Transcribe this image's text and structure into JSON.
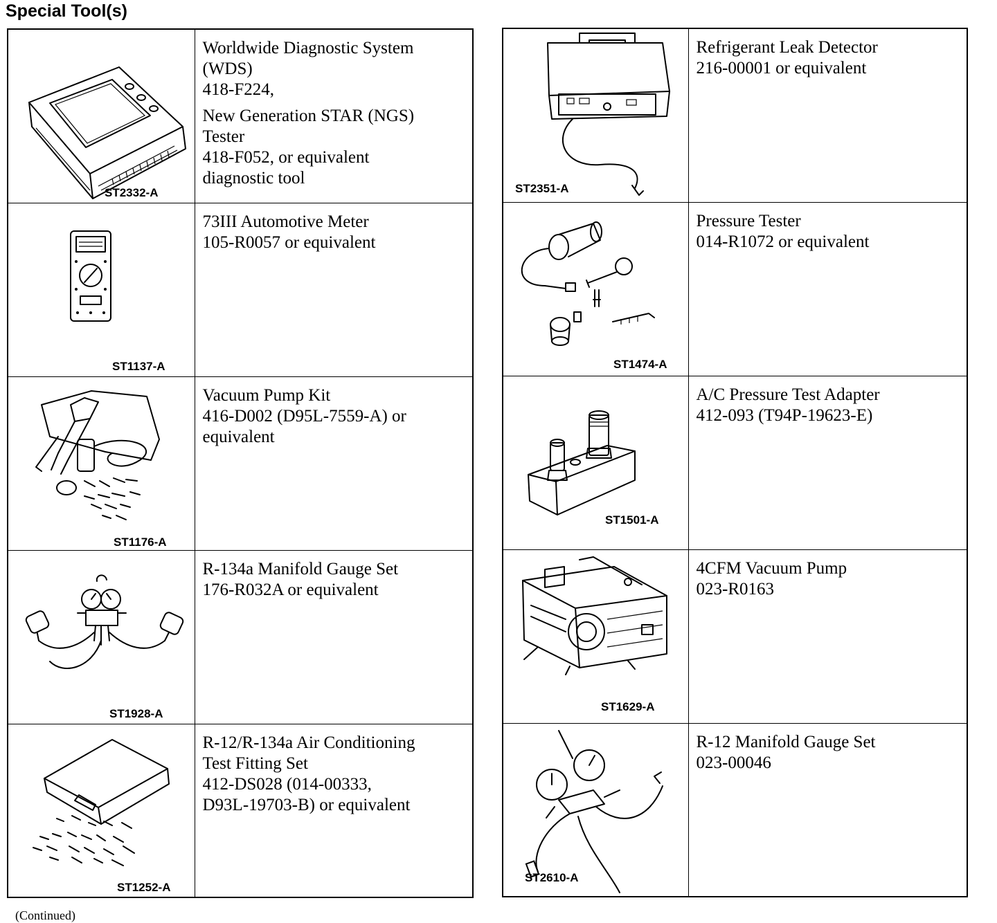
{
  "heading": "Special Tool(s)",
  "left_tools": [
    {
      "code": "ST2332-A",
      "lines": [
        "Worldwide Diagnostic System",
        "(WDS)",
        "418-F224,",
        "",
        "New Generation STAR (NGS)",
        "Tester",
        "418-F052, or equivalent",
        "diagnostic tool"
      ],
      "icon": "diagnostic-tablet-icon"
    },
    {
      "code": "ST1137-A",
      "lines": [
        "73III Automotive Meter",
        "105-R0057 or equivalent"
      ],
      "icon": "multimeter-icon"
    },
    {
      "code": "ST1176-A",
      "lines": [
        "Vacuum Pump Kit",
        "416-D002 (D95L-7559-A) or",
        "equivalent"
      ],
      "icon": "vacuum-pump-kit-icon"
    },
    {
      "code": "ST1928-A",
      "lines": [
        "R-134a Manifold Gauge Set",
        "176-R032A or equivalent"
      ],
      "icon": "manifold-gauge-set-icon"
    },
    {
      "code": "ST1252-A",
      "lines": [
        "R-12/R-134a Air Conditioning",
        "Test Fitting Set",
        "412-DS028 (014-00333,",
        "D93L-19703-B) or equivalent"
      ],
      "icon": "fitting-set-case-icon"
    }
  ],
  "right_tools": [
    {
      "code": "ST2351-A",
      "lines": [
        "Refrigerant Leak Detector",
        "216-00001 or equivalent"
      ],
      "icon": "leak-detector-icon"
    },
    {
      "code": "ST1474-A",
      "lines": [
        "Pressure Tester",
        "014-R1072 or equivalent"
      ],
      "icon": "pressure-tester-icon"
    },
    {
      "code": "ST1501-A",
      "lines": [
        "A/C Pressure Test Adapter",
        "412-093 (T94P-19623-E)"
      ],
      "icon": "test-adapter-icon"
    },
    {
      "code": "ST1629-A",
      "lines": [
        "4CFM Vacuum Pump",
        "023-R0163"
      ],
      "icon": "vacuum-pump-icon"
    },
    {
      "code": "ST2610-A",
      "lines": [
        "R-12 Manifold Gauge Set",
        "023-00046"
      ],
      "icon": "r12-manifold-gauge-icon"
    }
  ],
  "footer": "(Continued)"
}
